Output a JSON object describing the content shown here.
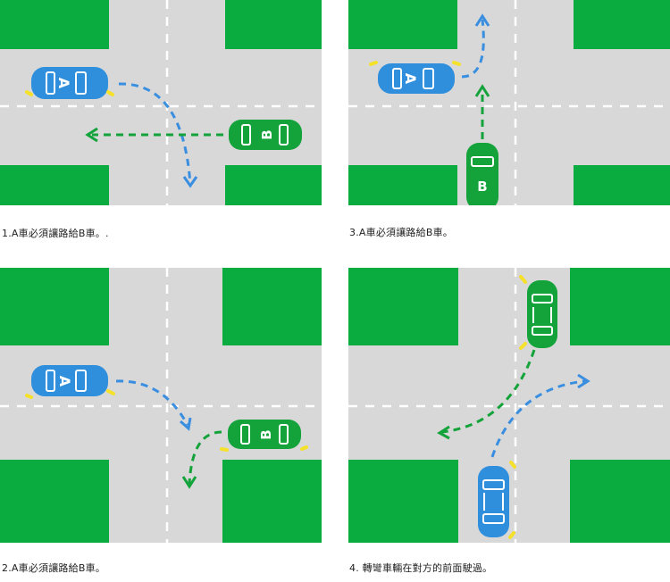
{
  "colors": {
    "road": "#d8d8d8",
    "grass": "#0aac3f",
    "lane_marking": "#ffffff",
    "car_a": "#2f8fdc",
    "car_b": "#13a33a",
    "path_a": "#3a8ee0",
    "path_b": "#13a33a",
    "indicator": "#f5e02a"
  },
  "panels": [
    {
      "caption": "1.A車必須讓路給B車。.",
      "car_a_label": "A",
      "car_b_label": "B"
    },
    {
      "caption": "3.A車必須讓路給B車。",
      "car_a_label": "A",
      "car_b_label": "B"
    },
    {
      "caption": "2.A車必須讓路給B車。",
      "car_a_label": "A",
      "car_b_label": "B"
    },
    {
      "caption": "4. 轉彎車輛在對方的前面駛過。"
    }
  ]
}
